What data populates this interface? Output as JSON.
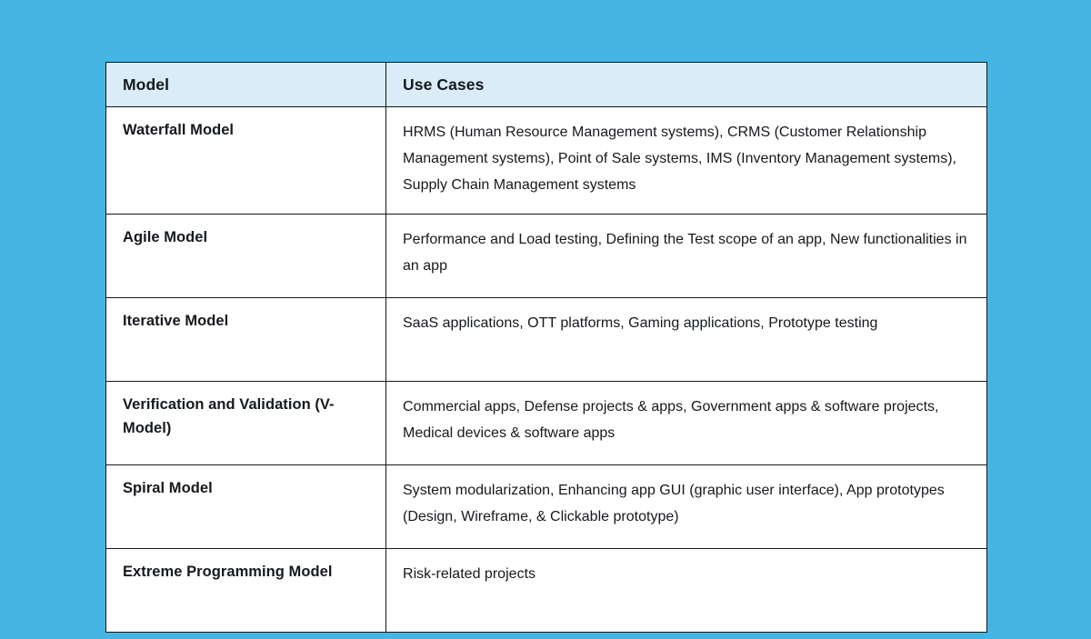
{
  "table": {
    "columns": [
      {
        "key": "model",
        "label": "Model"
      },
      {
        "key": "use_cases",
        "label": "Use Cases"
      }
    ],
    "rows": [
      {
        "model": "Waterfall Model",
        "use_cases": "HRMS (Human Resource Management systems), CRMS (Customer Relationship Management systems), Point of Sale systems, IMS (Inventory Management systems), Supply Chain Management systems"
      },
      {
        "model": "Agile Model",
        "use_cases": "Performance and Load testing, Defining the Test scope of an app, New functionalities in an app"
      },
      {
        "model": "Iterative Model",
        "use_cases": "SaaS applications, OTT platforms, Gaming applications, Prototype testing"
      },
      {
        "model": "Verification and Validation (V-Model)",
        "use_cases": "Commercial apps, Defense projects & apps, Government apps & software projects, Medical devices & software apps"
      },
      {
        "model": "Spiral Model",
        "use_cases": "System modularization, Enhancing app GUI (graphic user interface), App prototypes (Design, Wireframe, & Clickable prototype)"
      },
      {
        "model": "Extreme Programming Model",
        "use_cases": "Risk-related projects"
      }
    ]
  },
  "colors": {
    "page_background": "#45b6e3",
    "table_background": "#ffffff",
    "header_background": "#d9ecf7",
    "border": "#15181c",
    "text": "#16191d"
  }
}
